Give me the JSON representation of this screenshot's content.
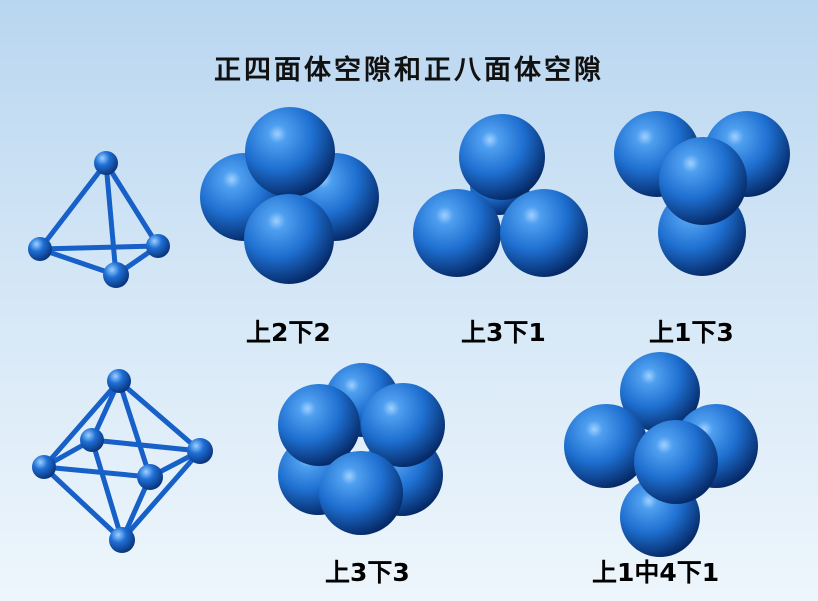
{
  "title": "正四面体空隙和正八面体空隙",
  "labels": {
    "tetra_2_2": "上2下2",
    "tetra_3_1": "上3下1",
    "tetra_1_3": "上1下3",
    "octa_3_3": "上3下3",
    "octa_1_4_1": "上1中4下1"
  },
  "colors": {
    "sphere_highlight": "#9fd0ff",
    "sphere_mid": "#1e6fd0",
    "sphere_dark": "#062a68",
    "rod": "#1660c8"
  }
}
